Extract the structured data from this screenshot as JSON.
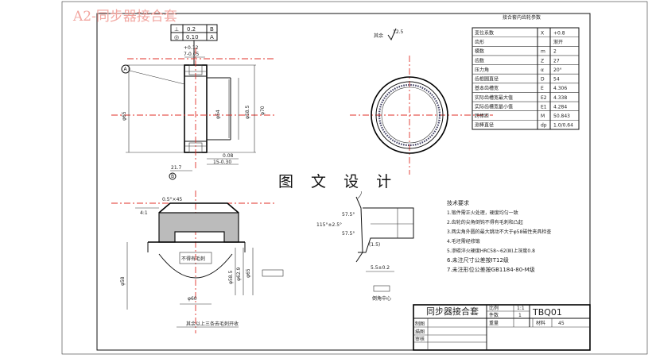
{
  "banner": "A2-同步器接合套",
  "watermark": "图 文 设 计",
  "top_view": {
    "tol_frame_row1": [
      "⊥",
      "0.2",
      "B"
    ],
    "tol_frame_row2": [
      "◎",
      "0.10",
      "A"
    ],
    "upper_dim1": "+0.12",
    "upper_dim2": "7-0.05",
    "datum_a": "A",
    "dim_65": "φ65",
    "dim_70": "φ70",
    "dim_58_5": "φ58.5",
    "dim_54": "φ54",
    "dim_08": "0.08",
    "dim_15": "15-0.30",
    "dim_21": "21.7",
    "datum_b": "B"
  },
  "ring_view": {
    "roughness": "12.5",
    "label": "其余"
  },
  "params": {
    "title": "接合套内齿轮参数",
    "rows": [
      {
        "name": "变位系数",
        "sym": "X",
        "val": "+0.8"
      },
      {
        "name": "齿形",
        "sym": "",
        "val": "渐开"
      },
      {
        "name": "模数",
        "sym": "m",
        "val": "2"
      },
      {
        "name": "齿数",
        "sym": "Z",
        "val": "27"
      },
      {
        "name": "压力角",
        "sym": "α",
        "val": "20°"
      },
      {
        "name": "齿根圆直径",
        "sym": "D",
        "val": "54"
      },
      {
        "name": "基本齿槽宽",
        "sym": "E",
        "val": "4.306"
      },
      {
        "name": "实际齿槽宽最大值",
        "sym": "E2",
        "val": "4.338"
      },
      {
        "name": "实际齿槽宽最小值",
        "sym": "E1",
        "val": "4.284"
      },
      {
        "name": "跨棒距",
        "sym": "M",
        "val": "50.843"
      },
      {
        "name": "测棒直径",
        "sym": "dp",
        "val": "1.0/0.64"
      }
    ]
  },
  "section_view": {
    "chamfer": "0.5°×45",
    "scale": "4:1",
    "dim_58": "φ58",
    "dim_58_5": "φ58.5",
    "dim_62": "φ62.9",
    "dim_65": "φ65",
    "label_inner": "不得有毛刺",
    "note_bottom": "其余以上三条去毛刺开收",
    "dim_bottom": "φ60"
  },
  "detail_view": {
    "angle1": "57.5°",
    "angle2": "115°±2.5°",
    "angle3": "57.5°",
    "dim_1_5": "(1.5)",
    "dim_5_5": "5.5±0.2",
    "caption": "倒角中心"
  },
  "tech": {
    "heading": "技术要求",
    "items": [
      "1.锻件需正火处理，硬度均匀一致",
      "2.齿轮的尖角倒钝不得有毛刺和凸起",
      "3.两尖角外圆的最大跳动不大于φ58磁性夹具检查",
      "4.毛坯需经修锻",
      "5.渗碳淬火硬度HRC58~62(Ⅲ)上深度0.8",
      "6.未注尺寸公差按IT12级",
      "7.未注形位公差按GB1184-80-M级"
    ]
  },
  "title_block": {
    "part_name": "同步器接合套",
    "code": "TBQ01",
    "scale_label": "比例",
    "scale_val": "1:1",
    "count_label": "件数",
    "count_val": "1",
    "weight_label": "重量",
    "material_label": "材料",
    "material_val": "45",
    "rows": [
      "制图",
      "描图",
      "审核"
    ]
  }
}
